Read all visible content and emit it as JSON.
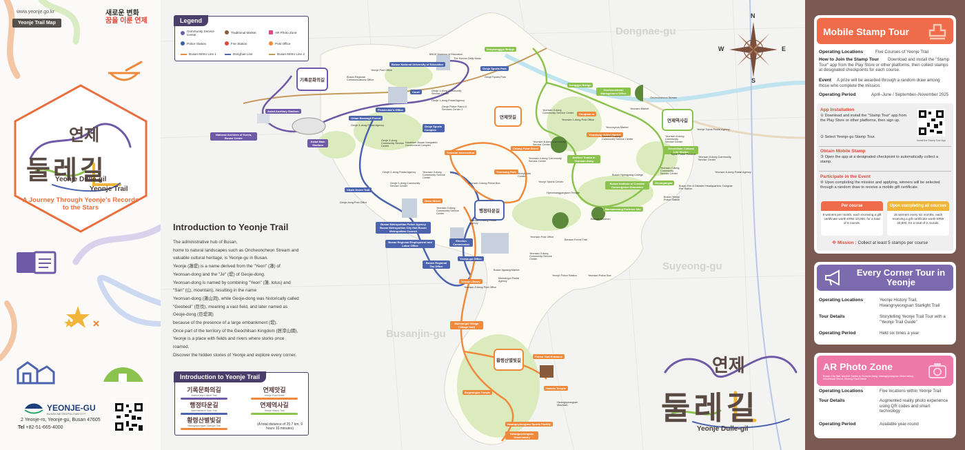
{
  "brand": {
    "website": "www.yeonje.go.kr",
    "map_tag": "Yeonje Trail Map",
    "slogan_line1": "새로운 변화",
    "slogan_line2": "꿈을 이룬 연제"
  },
  "hero_logo": {
    "korean_top": "연제",
    "korean_main": "둘레길",
    "english_line1": "Yeonje Dulle-gil",
    "english_line2": "Yeonje Trail",
    "tagline": "A Journey Through Yeonje's Records to the Stars"
  },
  "footer": {
    "org_name": "YEONJE-GU",
    "org_sub": "BUSAN METROPOLITAN CITY",
    "address": "2 Yeonje-ro, Yeonje-gu, Busan 47605",
    "tel_label": "Tel",
    "tel": "+82-51-665-4000"
  },
  "colors": {
    "purple": "#6f5aa8",
    "blue": "#4b64ad",
    "orange": "#ef8a3c",
    "green": "#8cc34f",
    "accent_red": "#e0473b",
    "panel_brown": "#7b5a53"
  },
  "districts": {
    "north": "Dongnae-gu",
    "east": "Suyeong-gu",
    "west": "Busanjin-gu"
  },
  "compass": {
    "n": "N",
    "s": "S",
    "e": "E",
    "w": "W"
  },
  "legend": {
    "title": "Legend",
    "items": [
      {
        "label": "Community Service Center",
        "icon": "community-center-icon"
      },
      {
        "label": "Traditional Market",
        "icon": "market-icon"
      },
      {
        "label": "AR Photo Zone",
        "icon": "ar-photo-icon"
      },
      {
        "label": "Police Station",
        "icon": "police-icon"
      },
      {
        "label": "Fire Station",
        "icon": "fire-station-icon"
      },
      {
        "label": "Post Office",
        "icon": "post-office-icon"
      },
      {
        "label": "Busan Metro Line 1",
        "icon": "metro-line-icon"
      },
      {
        "label": "Donghae Line",
        "icon": "metro-line-icon"
      },
      {
        "label": "Busan Metro Line 3",
        "icon": "metro-line-icon"
      }
    ]
  },
  "intro": {
    "title": "Introduction to Yeonje Trail",
    "lines": [
      "The administrative hub of Busan,",
      "home to natural landscapes such as Oncheoncheon Stream and",
      "valuable cultural heritage, is Yeonje-gu in Busan.",
      "Yeonje (蓮堤) is a name derived from the \"Yeon\" (蓮) of",
      "Yeonsan-dong and the \"Je\" (堤) of Geoje-dong.",
      "Yeonsan-dong is named by combining \"Yeon\" (蓮, lotus) and",
      "\"San\" (山, mountain), resulting in the name",
      "Yeonsan-dong (蓮山洞), while Geoje-dong was historically called",
      "\"Geobeol\" (巨伐), meaning a vast field, and later named as",
      "Geoje-dong (巨堤洞)",
      "because of the presence of a large embankment (堤).",
      "Once part of the territory of the Geochilsan Kingdom (居漆山國),",
      "Yeonje is a place with fields and rivers where storks once",
      "roamed.",
      "Discover the hidden stories of Yeonje and explore every corner."
    ]
  },
  "trails_box": {
    "title": "Introduction to Yeonje Trail",
    "trails": [
      {
        "ko": "기록문화의길",
        "en": "Archive and Culture Trail",
        "color": "#6f5aa8"
      },
      {
        "ko": "연제맛길",
        "en": "Yeonje Food Street",
        "color": "#ef8a3c"
      },
      {
        "ko": "행정타운길",
        "en": "Administrative Town Trail",
        "color": "#4b64ad"
      },
      {
        "ko": "연제역사길",
        "en": "Yeonje History Trail",
        "color": "#8cc34f"
      },
      {
        "ko": "황령산별빛길",
        "en": "Hwangnyeongsan Starlight Trail",
        "color": "#ef8a3c"
      }
    ],
    "total": "(A total distance of 25.7 km, 9 hours 10 minutes)"
  },
  "map_labels": {
    "pins": [
      {
        "text": "Yeonje Library",
        "color": "orange"
      },
      {
        "text": "Busan National University of Education",
        "color": "blue"
      },
      {
        "text": "Geoje Sports Park",
        "color": "blue"
      },
      {
        "text": "Court",
        "color": "blue"
      },
      {
        "text": "Prosecutor's Office",
        "color": "blue"
      },
      {
        "text": "Asiad Auxiliary Stadium",
        "color": "purple"
      },
      {
        "text": "Urban Baramgil Forest",
        "color": "blue"
      },
      {
        "text": "Geoje Sports Complex",
        "color": "blue"
      },
      {
        "text": "National Archives of Korea, Busan Center",
        "color": "purple"
      },
      {
        "text": "Asiad Main Stadium",
        "color": "purple"
      },
      {
        "text": "Chain Green Trail",
        "color": "blue"
      },
      {
        "text": "Yeonsan Intersection",
        "color": "orange"
      },
      {
        "text": "Gosu Street",
        "color": "orange"
      },
      {
        "text": "Busan Metropolitan Police Agency Busan Metropolitan City Hall Busan Metropolitan Council",
        "color": "blue"
      },
      {
        "text": "Busan Regional Employment and Labor Office",
        "color": "blue"
      },
      {
        "text": "Election Commission",
        "color": "blue"
      },
      {
        "text": "Busan Regional Tax Office",
        "color": "blue"
      },
      {
        "text": "Yeonje-gu Office",
        "color": "blue"
      },
      {
        "text": "Sehyeonggyo Bridge",
        "color": "green"
      },
      {
        "text": "Ivenggyo Bridge",
        "color": "green"
      },
      {
        "text": "Oncheoncheon Management Office",
        "color": "green"
      },
      {
        "text": "Dongnae-ro",
        "color": "orange"
      },
      {
        "text": "Yeondong (Alley) Market",
        "color": "orange"
      },
      {
        "text": "Chiang Food Street",
        "color": "orange"
      },
      {
        "text": "Ancient Tombs in Yeonsan-dong",
        "color": "green"
      },
      {
        "text": "Yeonsang Park",
        "color": "orange"
      },
      {
        "text": "Geochilsan Cultural Life Shelter",
        "color": "green"
      },
      {
        "text": "Busan Institute of Creative Convergence Education",
        "color": "green"
      },
      {
        "text": "Geumgangsa",
        "color": "green"
      },
      {
        "text": "Baesanseong Fortress Site",
        "color": "green"
      },
      {
        "text": "Mulmangol Village (Village Hall)",
        "color": "orange"
      },
      {
        "text": "Forest Trail Entrance",
        "color": "orange"
      },
      {
        "text": "Bogwangsa Temple",
        "color": "orange"
      },
      {
        "text": "Hwisan Temple",
        "color": "orange"
      },
      {
        "text": "Hwangnyeongsan Sports Facility",
        "color": "orange"
      },
      {
        "text": "Hwangnyeongsan Observatory",
        "color": "orange"
      }
    ],
    "small": [
      "BNUE Museum of Education",
      "The Korean Daily News",
      "Busan Regional Communications Office",
      "Yeonje Post Office",
      "Geoje 1-dong Community Service Center",
      "Geoje Police Patrol & Services Center 1",
      "Geoje 1-dong Postal Agency",
      "Geoje 3-dong Community Service Center",
      "Geoje 4-dong Postal Agency",
      "Nurabium Busan Integrated Government Complex",
      "Geoje 2-dong Community Service Center",
      "Geoje 2-dong Postal Agency",
      "Geoje-dong Post Office",
      "Yeonsan 2-dong Community Service Center",
      "Yeonsan 3-dong Police Box",
      "Yeonsan 3-dong Community Service Center",
      "Yeonsan 5-dong Community Service Center",
      "Yeonsan 1-dong Post Office",
      "Yeonsan 8-dong Community Service Center",
      "Yeonsan 4-dong Community Service Center",
      "Yeonsan 1-dong Community Service Center",
      "Yeonsan 9-dong Community Service Center",
      "Yeonsan 6-dong Postal Agency",
      "Yeonsan 7-dong Community Service Center",
      "Yeonsan 6-dong Community Service Center",
      "Yeonsan Post Office",
      "Yeonje Police Station",
      "Yeonsan Police Box",
      "Yeonmyeon Market",
      "Yeonseo Market",
      "Busan Fire & Disaster Headquarters, Dongrae Fire Station",
      "Busan Yeonje Police Station",
      "Hyeonsanggongwon Temple",
      "Bansan Forest Trail",
      "Mulmangol Postal Agency",
      "Yeonsan 2-dong Postal Agency",
      "Busan Ilgwang Market",
      "Yeonsan 3-dong Community Service Center",
      "Yeonsan 2-dong Post Office",
      "Oncheoncheon Stream",
      "Yeonje Topok Postal Agency",
      "Topok Police Precinct",
      "Busan Hyangyang College",
      "Baesan Museum",
      "Hwangnyeongsan Mountain",
      "Yeonje Arts Center",
      "Yeonje Sports Center",
      "Geoje Sports Park"
    ],
    "big_pins": [
      {
        "ko": "기록문화의길",
        "color": "purple"
      },
      {
        "ko": "연제맛길",
        "color": "orange"
      },
      {
        "ko": "행정타운길",
        "color": "blue"
      },
      {
        "ko": "연제역사길",
        "color": "green"
      },
      {
        "ko": "황령산별빛길",
        "color": "orange"
      }
    ]
  },
  "big_logo": {
    "korean_top": "연제",
    "korean_main": "둘레길",
    "english": "Yeonje Dulle-gil"
  },
  "stamp_tour": {
    "title": "Mobile Stamp Tour",
    "rows": [
      {
        "k": "Operating Locations",
        "v": "Five Courses of Yeonje Trail"
      },
      {
        "k": "How to Join the Stamp Tour",
        "v": "Download and install the \"Stamp Tour\" app from the Play Store or other platforms, then collect stamps at designated checkpoints for each course."
      },
      {
        "k": "Event",
        "v": "A prize will be awarded through a random draw among those who complete the mission."
      },
      {
        "k": "Operating Period",
        "v": "April–June / September–November 2025"
      }
    ],
    "app_install": {
      "title": "App Installation",
      "step1": "① Download and install the \"Stamp Tour\" app from the Play Store or other platforms, then sign up.",
      "step2": "② Select Yeonje-gu Stamp Tour.",
      "qr_caption": "Install the Stamp Tour App"
    },
    "obtain": {
      "title": "Obtain Mobile Stamp",
      "step3": "③ Open the app at a designated checkpoint to automatically collect a stamp."
    },
    "participate": {
      "title": "Participate in the Event",
      "step4": "④ Upon completing the mission and applying, winners will be selected through a random draw to receive a mobile gift certificate."
    },
    "reward1": {
      "title": "Per course",
      "body": "8 winners per month, each receiving a gift certificate worth KRW 10,000, for a total of 6 rounds."
    },
    "reward2": {
      "title": "Upon completing all courses",
      "body": "15 winners every six months, each receiving a gift certificate worth KRW 20,000, for a total of 2 rounds."
    },
    "mission_label": "※ Mission :",
    "mission": "Collect at least 5 stamps per course"
  },
  "corner_tour": {
    "title": "Every Corner Tour in Yeonje",
    "rows": [
      {
        "k": "Operating Locations",
        "v": "Yeonje History Trail, Hwangnyeongsan Starlight Trail"
      },
      {
        "k": "Tour Details",
        "v": "Storytelling Yeonje Trail Tour with a \"Yeonje Trail Guide\""
      },
      {
        "k": "Operating Period",
        "v": "Held six times a year"
      }
    ]
  },
  "ar_zone": {
    "title": "AR Photo Zone",
    "subtitle": "Busan City Hall, Ancient Tombs in Yeonsan-dong, Hwangnyeongsan Observatory, Geochilsan Street, Cheong Food Street",
    "rows": [
      {
        "k": "Operating Locations",
        "v": "Five locations within Yeonje Trail"
      },
      {
        "k": "Tour Details",
        "v": "Augmented reality photo experience using QR codes and smart technology"
      },
      {
        "k": "Operating Period",
        "v": "Available year-round"
      }
    ]
  }
}
